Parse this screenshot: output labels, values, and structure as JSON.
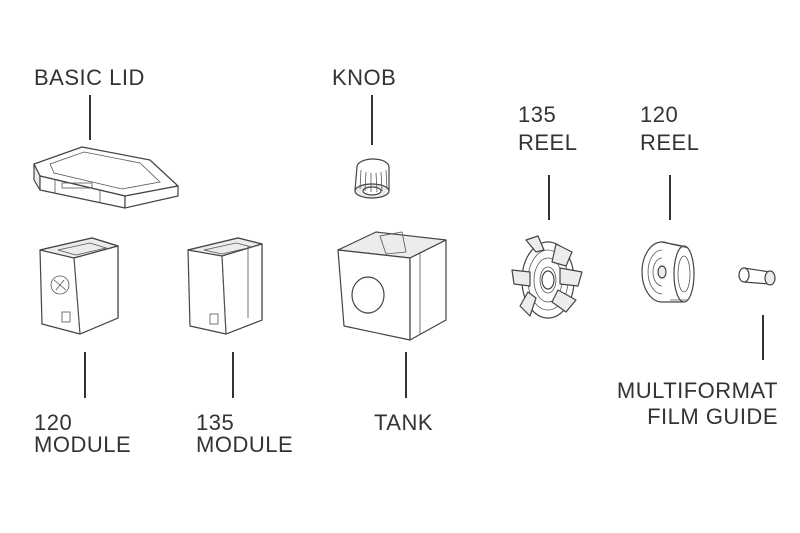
{
  "labels": {
    "basic_lid": "BASIC LID",
    "knob": "KNOB",
    "reel_135_line1": "135",
    "reel_135_line2": "REEL",
    "reel_120_line1": "120",
    "reel_120_line2": "REEL",
    "module_120_line1": "120",
    "module_120_line2": "MODULE",
    "module_135_line1": "135",
    "module_135_line2": "MODULE",
    "tank": "TANK",
    "film_guide_line1": "MULTIFORMAT",
    "film_guide_line2": "FILM GUIDE"
  }
}
